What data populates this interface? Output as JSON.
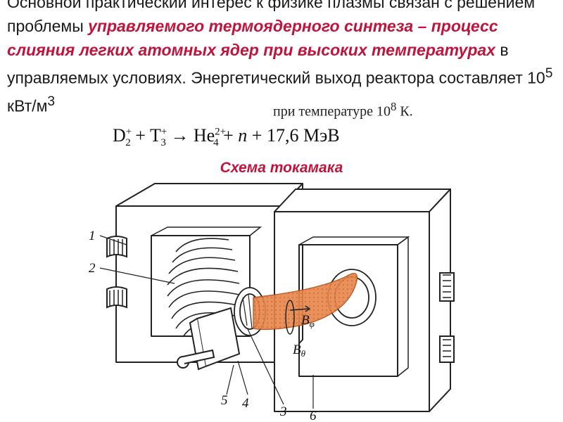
{
  "paragraph": {
    "line1_text": "Основной практический интерес к физике плазмы связан с решением проблемы",
    "highlight": "управляемого термоядерного синтеза – процесс слияния легких атомных ядер при высоких температурах",
    "after_highlight": "в управляемых условиях. Энергетический выход реактора составляет 10",
    "exponent": "5",
    "unit": "кВт/м",
    "unit_exp": "3"
  },
  "temperature_note": {
    "text": "при температуре 10",
    "exp": "8",
    "tail": " К."
  },
  "equation": {
    "d_base": "D",
    "d_sub": "2",
    "d_sup": "+",
    "plus1": "+",
    "t_base": "T",
    "t_sub": "3",
    "t_sup": "+",
    "arrow": "→",
    "he_base": "He",
    "he_sub": "4",
    "he_sup": "2+",
    "plus2": "+",
    "n": "n",
    "plus3": "+",
    "energy": "17,6 МэВ"
  },
  "caption": "Схема токамака",
  "figure": {
    "labels": [
      "1",
      "2",
      "3",
      "4",
      "5",
      "6"
    ],
    "b_phi": "B",
    "b_phi_sub": "φ",
    "b_theta": "B",
    "b_theta_sub": "θ",
    "colors": {
      "plasma": "#e8864a",
      "line": "#222222"
    }
  }
}
